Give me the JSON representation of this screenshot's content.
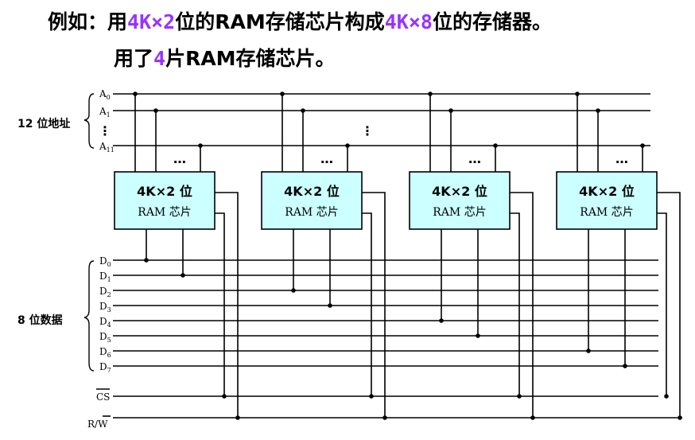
{
  "heading": {
    "prefix": "例如：用",
    "cap1": "4K×2",
    "mid": "位的RAM存储芯片构成",
    "cap2": "4K×8",
    "suffix": "位的存储器。"
  },
  "subheading": {
    "prefix": "用了",
    "count": "4",
    "suffix": "片RAM存储芯片。"
  },
  "address_group": "12 位地址",
  "data_group": "8 位数据",
  "address_lines": [
    {
      "base": "A",
      "sub": "0"
    },
    {
      "base": "A",
      "sub": "1"
    },
    {
      "base": "A",
      "sub": "11"
    }
  ],
  "data_lines": [
    {
      "base": "D",
      "sub": "0"
    },
    {
      "base": "D",
      "sub": "1"
    },
    {
      "base": "D",
      "sub": "2"
    },
    {
      "base": "D",
      "sub": "3"
    },
    {
      "base": "D",
      "sub": "4"
    },
    {
      "base": "D",
      "sub": "5"
    },
    {
      "base": "D",
      "sub": "6"
    },
    {
      "base": "D",
      "sub": "7"
    }
  ],
  "cs_label": "CS",
  "rw_label": {
    "r": "R/",
    "w": "W"
  },
  "ellipsis": "…",
  "vdots": "⋮",
  "chips": [
    {
      "title": "4K×2 位",
      "subtitle": "RAM 芯片"
    },
    {
      "title": "4K×2 位",
      "subtitle": "RAM 芯片"
    },
    {
      "title": "4K×2 位",
      "subtitle": "RAM 芯片"
    },
    {
      "title": "4K×2 位",
      "subtitle": "RAM 芯片"
    }
  ],
  "colors": {
    "chip_fill": "#ccffff",
    "highlight": "#9933ff",
    "wire": "#000000"
  }
}
